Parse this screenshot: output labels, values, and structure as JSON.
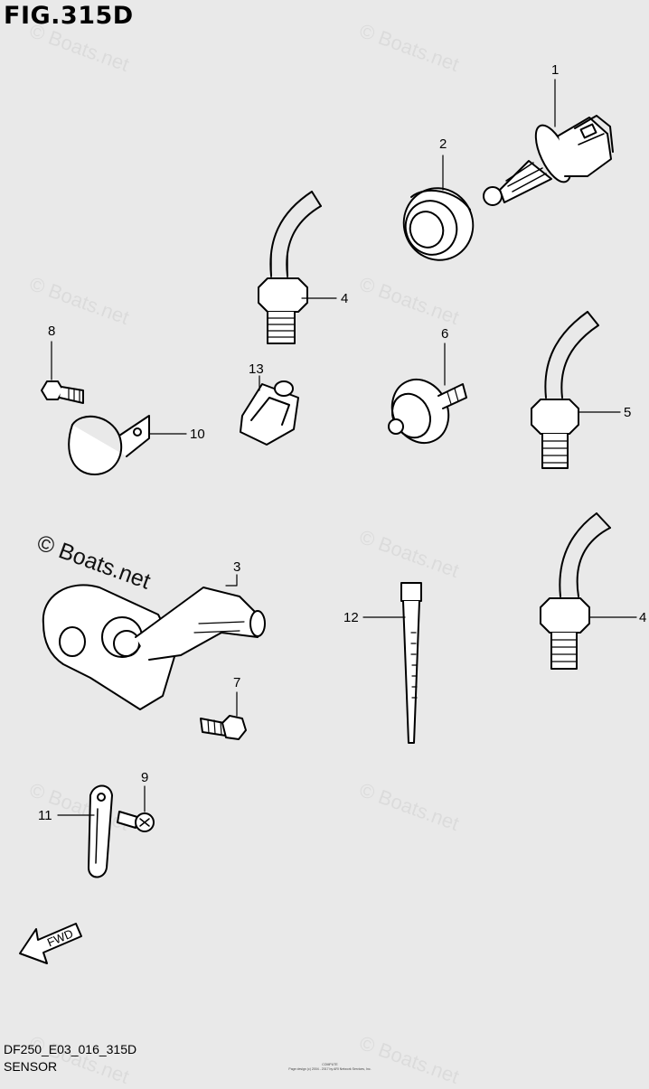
{
  "figure": {
    "title": "FIG.315D",
    "code": "DF250_E03_016_315D",
    "section": "SENSOR",
    "copyright_line1": "COMPUTE",
    "copyright_line2": "Page design (c) 2004 - 2017 by ARI Network Services, Inc."
  },
  "watermark": {
    "text": "© Boats.net"
  },
  "fwd_label": "FWD",
  "callouts": [
    {
      "id": "c1",
      "number": "1"
    },
    {
      "id": "c2",
      "number": "2"
    },
    {
      "id": "c3",
      "number": "3"
    },
    {
      "id": "c4a",
      "number": "4"
    },
    {
      "id": "c4b",
      "number": "4"
    },
    {
      "id": "c5",
      "number": "5"
    },
    {
      "id": "c6",
      "number": "6"
    },
    {
      "id": "c7",
      "number": "7"
    },
    {
      "id": "c8",
      "number": "8"
    },
    {
      "id": "c9",
      "number": "9"
    },
    {
      "id": "c10",
      "number": "10"
    },
    {
      "id": "c11",
      "number": "11"
    },
    {
      "id": "c12",
      "number": "12"
    },
    {
      "id": "c13",
      "number": "13"
    }
  ]
}
